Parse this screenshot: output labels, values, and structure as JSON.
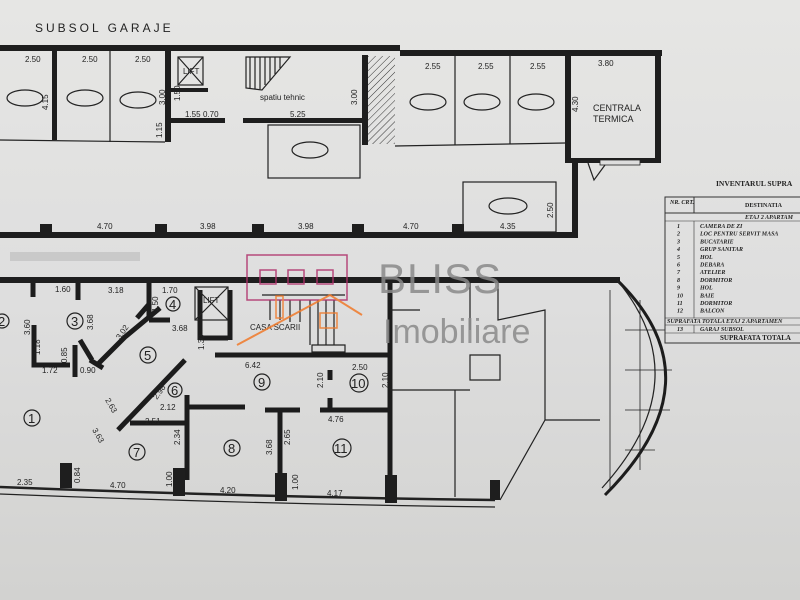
{
  "basement": {
    "title": "SUBSOL GARAJE",
    "stall_dims": [
      "2.50",
      "2.50",
      "2.50",
      "2.55",
      "2.55",
      "2.55"
    ],
    "dims": {
      "d415": "4.15",
      "d300a": "3.00",
      "d150": "1.50",
      "d115": "1.15",
      "d155": "1.55",
      "d070": "0.70",
      "d525": "5.25",
      "d300b": "3.00",
      "d380": "3.80",
      "d430": "4.30",
      "d250": "2.50",
      "d435": "4.35",
      "b470a": "4.70",
      "b398a": "3.98",
      "b398b": "3.98",
      "b470b": "4.70"
    },
    "lift": "LIFT",
    "technical_room": "spatiu tehnic",
    "boiler_room": [
      "CENTRALA",
      "TERMICA"
    ]
  },
  "floor": {
    "rooms": [
      "1",
      "2",
      "3",
      "4",
      "5",
      "6",
      "7",
      "8",
      "9",
      "10",
      "11"
    ],
    "stair_label": "CASA SCARII",
    "lift": "LIFT",
    "dims": {
      "a": "1.60",
      "b": "3.18",
      "c": "1.70",
      "d": "1.50",
      "e": "3.60",
      "f": "3.68",
      "g": "3.02",
      "h": "3.68",
      "i": "1.30",
      "j": "1.18",
      "k": "0.85",
      "l": "1.72",
      "m": "0.90",
      "n": "2.98",
      "o": "2.63",
      "p": "2.12",
      "q": "2.51",
      "r": "3.63",
      "s": "2.34",
      "t": "6.42",
      "u": "2.10",
      "v": "2.50",
      "w": "2.10",
      "x": "4.76",
      "y": "3.68",
      "z": "2.65",
      "aa": "0.84",
      "ab": "1.00",
      "ac": "1.00",
      "ad": "2.35",
      "ae": "4.70",
      "af": "4.20",
      "ag": "4.17"
    }
  },
  "watermark": {
    "brand": "BLISS",
    "sub": "Imobiliare",
    "colors": {
      "pink": "#b0306a",
      "orange": "#f07a2a",
      "grey": "#7a7a7a"
    }
  },
  "inventory": {
    "title": "INVENTARUL SUPRA",
    "headers": [
      "NR. CRT.",
      "DESTINATIA"
    ],
    "section1": "ETAJ 2 APARTAM",
    "rows": [
      {
        "nr": "1",
        "name": "CAMERA DE ZI"
      },
      {
        "nr": "2",
        "name": "LOC PENTRU SERVIT MASA"
      },
      {
        "nr": "3",
        "name": "BUCATARIE"
      },
      {
        "nr": "4",
        "name": "GRUP SANITAR"
      },
      {
        "nr": "5",
        "name": "HOL"
      },
      {
        "nr": "6",
        "name": "DEBARA"
      },
      {
        "nr": "7",
        "name": "ATELIER"
      },
      {
        "nr": "8",
        "name": "DORMITOR"
      },
      {
        "nr": "9",
        "name": "HOL"
      },
      {
        "nr": "10",
        "name": "BAIE"
      },
      {
        "nr": "11",
        "name": "DORMITOR"
      },
      {
        "nr": "12",
        "name": "BALCON"
      }
    ],
    "subtotal": "SUPRAFATA TOTALA ETAJ 2 APARTAMEN",
    "row13": {
      "nr": "13",
      "name": "GARAJ SUBSOL"
    },
    "total": "SUPRAFATA TOTALA"
  }
}
